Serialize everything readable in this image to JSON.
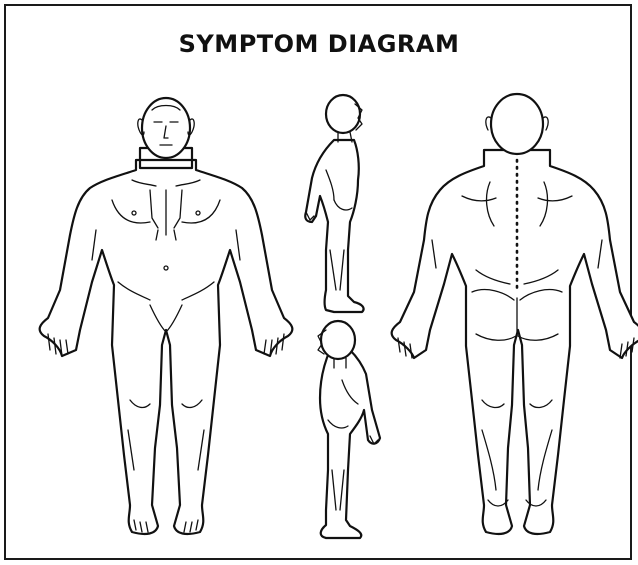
{
  "title": "SYMPTOM DIAGRAM",
  "figures": [
    {
      "view": "front",
      "icon": "body-front-icon"
    },
    {
      "view": "side-right",
      "icon": "body-side-right-icon"
    },
    {
      "view": "side-left",
      "icon": "body-side-left-icon"
    },
    {
      "view": "back",
      "icon": "body-back-icon"
    }
  ],
  "colors": {
    "line": "#111111",
    "background": "#ffffff",
    "border": "#1a1a1a"
  }
}
